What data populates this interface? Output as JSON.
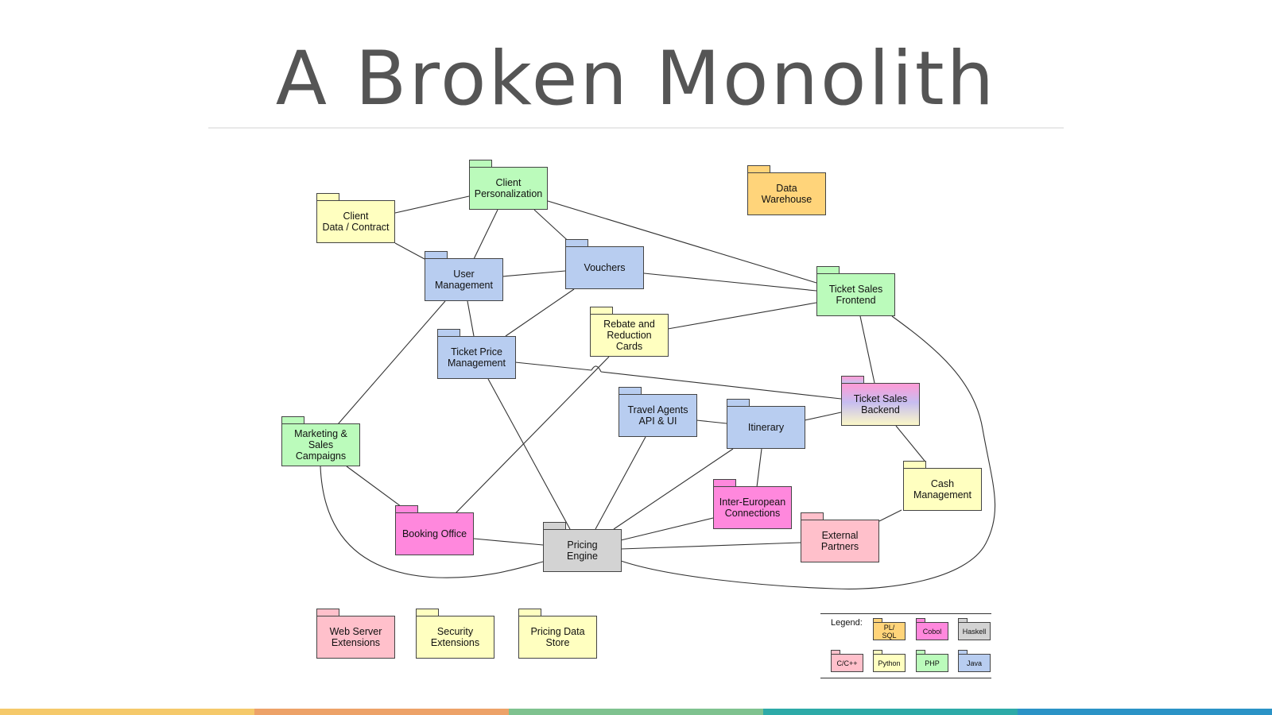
{
  "title": "A Broken Monolith",
  "colors": {
    "plsql": "#ffd47a",
    "cobol": "#ff88dd",
    "haskell": "#d3d3d3",
    "cpp": "#ffc0cb",
    "python": "#ffffc0",
    "php": "#bbfbbb",
    "java": "#b8cdf0",
    "footer": [
      "#f5c96a",
      "#eda268",
      "#7fc28f",
      "#2daaa8",
      "#2b93c6"
    ]
  },
  "packages": {
    "client_personalization": "Client\nPersonalization",
    "client_data": "Client\nData / Contract",
    "data_warehouse": "Data\nWarehouse",
    "user_management": "User\nManagement",
    "vouchers": "Vouchers",
    "ticket_sales_frontend": "Ticket Sales\nFrontend",
    "rebate_cards": "Rebate and\nReduction\nCards",
    "ticket_price_management": "Ticket Price\nManagement",
    "ticket_sales_backend": "Ticket Sales\nBackend",
    "travel_agents": "Travel Agents\nAPI & UI",
    "itinerary": "Itinerary",
    "marketing": "Marketing &\nSales\nCampaigns",
    "cash_management": "Cash\nManagement",
    "inter_european": "Inter-European\nConnections",
    "booking_office": "Booking Office",
    "pricing_engine": "Pricing\nEngine",
    "external_partners": "External\nPartners",
    "web_server_ext": "Web Server\nExtensions",
    "security_ext": "Security\nExtensions",
    "pricing_data_store": "Pricing Data\nStore"
  },
  "legend": {
    "label": "Legend:",
    "plsql": "PL/\nSQL",
    "cobol": "Cobol",
    "haskell": "Haskell",
    "cpp": "C/C++",
    "python": "Python",
    "php": "PHP",
    "java": "Java"
  }
}
